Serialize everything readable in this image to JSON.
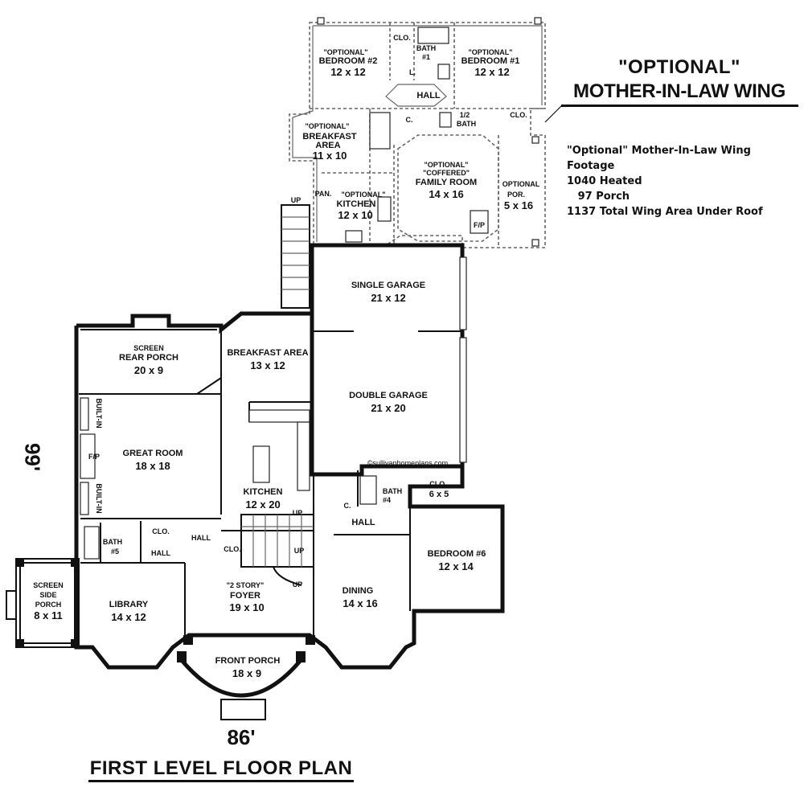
{
  "header": {
    "wing_title_line1": "\"OPTIONAL\"",
    "wing_title_line2": "MOTHER-IN-LAW WING"
  },
  "wing_notes": {
    "line1": "\"Optional\" Mother-In-Law Wing",
    "line2": "Footage",
    "line3": "1040 Heated",
    "line4": "   97 Porch",
    "line5": "1137 Total Wing Area Under Roof"
  },
  "dimensions": {
    "width": "86'",
    "depth": "99'"
  },
  "plan_title": "FIRST LEVEL FLOOR PLAN",
  "watermark": "©sullivanhomeplans.com",
  "rooms": {
    "bedroom2": {
      "tag": "\"OPTIONAL\"",
      "name": "BEDROOM #2",
      "size": "12 x 12"
    },
    "bedroom1": {
      "tag": "\"OPTIONAL\"",
      "name": "BEDROOM #1",
      "size": "12 x 12"
    },
    "bath1": {
      "line1": "BATH",
      "line2": "#1"
    },
    "clo_wing_top": "CLO.",
    "l_wing": "L.",
    "hall_wing": "HALL",
    "c_wing": "C.",
    "half_bath": {
      "line1": "1/2",
      "line2": "BATH"
    },
    "clo_wing_right": "CLO.",
    "wing_breakfast": {
      "tag": "\"OPTIONAL\"",
      "line1": "BREAKFAST",
      "line2": "AREA",
      "size": "11 x 10"
    },
    "family_room": {
      "tag": "\"OPTIONAL\"",
      "tag2": "\"COFFERED\"",
      "name": "FAMILY ROOM",
      "size": "14 x 16"
    },
    "optional_porch": {
      "tag": "OPTIONAL",
      "name": "POR.",
      "size": "5 x 16"
    },
    "pantry": "PAN.",
    "wing_kitchen": {
      "tag": "\"OPTIONAL\"",
      "name": "KITCHEN",
      "size": "12 x 10"
    },
    "fp_wing": "F/P",
    "up_wing": "UP",
    "single_garage": {
      "name": "SINGLE GARAGE",
      "size": "21 x 12"
    },
    "double_garage": {
      "name": "DOUBLE GARAGE",
      "size": "21 x 20"
    },
    "rear_porch": {
      "tag": "SCREEN",
      "name": "REAR PORCH",
      "size": "20 x 9"
    },
    "breakfast": {
      "name": "BREAKFAST AREA",
      "size": "13 x 12"
    },
    "great_room": {
      "name": "GREAT ROOM",
      "size": "18 x 18"
    },
    "builtin_top": "BUILT-IN",
    "builtin_bottom": "BUILT-IN",
    "fp_great": "F/P",
    "kitchen": {
      "name": "KITCHEN",
      "size": "12 x 20"
    },
    "bath4": {
      "line1": "BATH",
      "line2": "#4"
    },
    "clo_bath4": {
      "name": "CLO.",
      "size": "6 x 5"
    },
    "c_main": "C.",
    "hall_right": "HALL",
    "bedroom6": {
      "name": "BEDROOM #6",
      "size": "12 x 14"
    },
    "up_stairs_1": "UP",
    "up_stairs_2": "UP",
    "up_stairs_3": "UP",
    "bath5": {
      "line1": "BATH",
      "line2": "#5"
    },
    "clo_left": "CLO.",
    "hall_left1": "HALL",
    "hall_left2": "HALL",
    "clo_center": "CLO.",
    "side_porch": {
      "tag": "SCREEN",
      "name": "SIDE",
      "name2": "PORCH",
      "size": "8 x 11"
    },
    "library": {
      "name": "LIBRARY",
      "size": "14 x 12"
    },
    "foyer": {
      "tag": "\"2 STORY\"",
      "name": "FOYER",
      "size": "19 x 10"
    },
    "dining": {
      "name": "DINING",
      "size": "14 x 16"
    },
    "front_porch": {
      "name": "FRONT PORCH",
      "size": "18 x 9"
    }
  }
}
